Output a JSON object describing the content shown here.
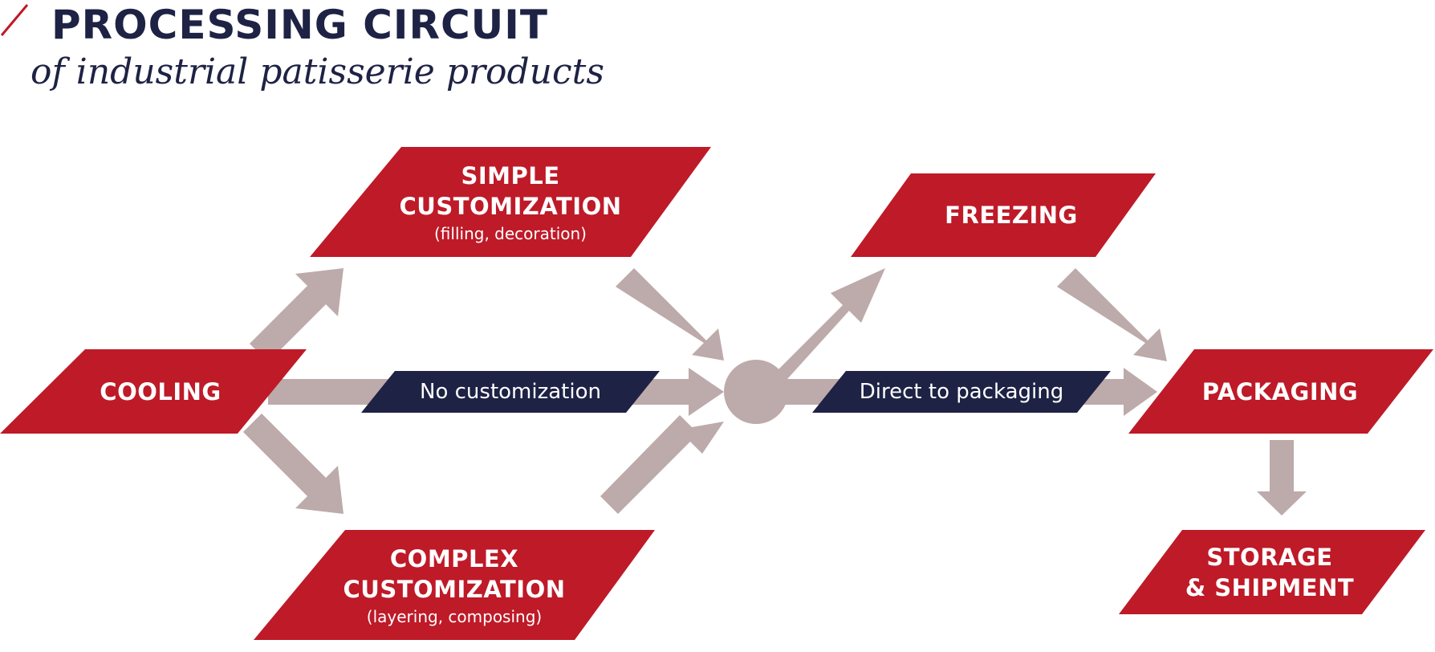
{
  "header": {
    "title": "PROCESSING CIRCUIT",
    "subtitle": "of industrial patisserie products"
  },
  "colors": {
    "node_red": "#be1a28",
    "tag_navy": "#1e2244",
    "arrow_grey": "#bdaaaa",
    "title_navy": "#1e2244",
    "accent_red": "#be1a28"
  },
  "nodes": {
    "cooling": {
      "label": "COOLING"
    },
    "simple": {
      "label_line1": "SIMPLE",
      "label_line2": "CUSTOMIZATION",
      "detail": "(filling, decoration)"
    },
    "complex": {
      "label_line1": "COMPLEX",
      "label_line2": "CUSTOMIZATION",
      "detail": "(layering, composing)"
    },
    "freezing": {
      "label": "FREEZING"
    },
    "packaging": {
      "label": "PACKAGING"
    },
    "storage": {
      "label_line1": "STORAGE",
      "label_line2": "& SHIPMENT"
    }
  },
  "tags": {
    "no_customization": "No customization",
    "direct_packaging": "Direct to packaging"
  }
}
